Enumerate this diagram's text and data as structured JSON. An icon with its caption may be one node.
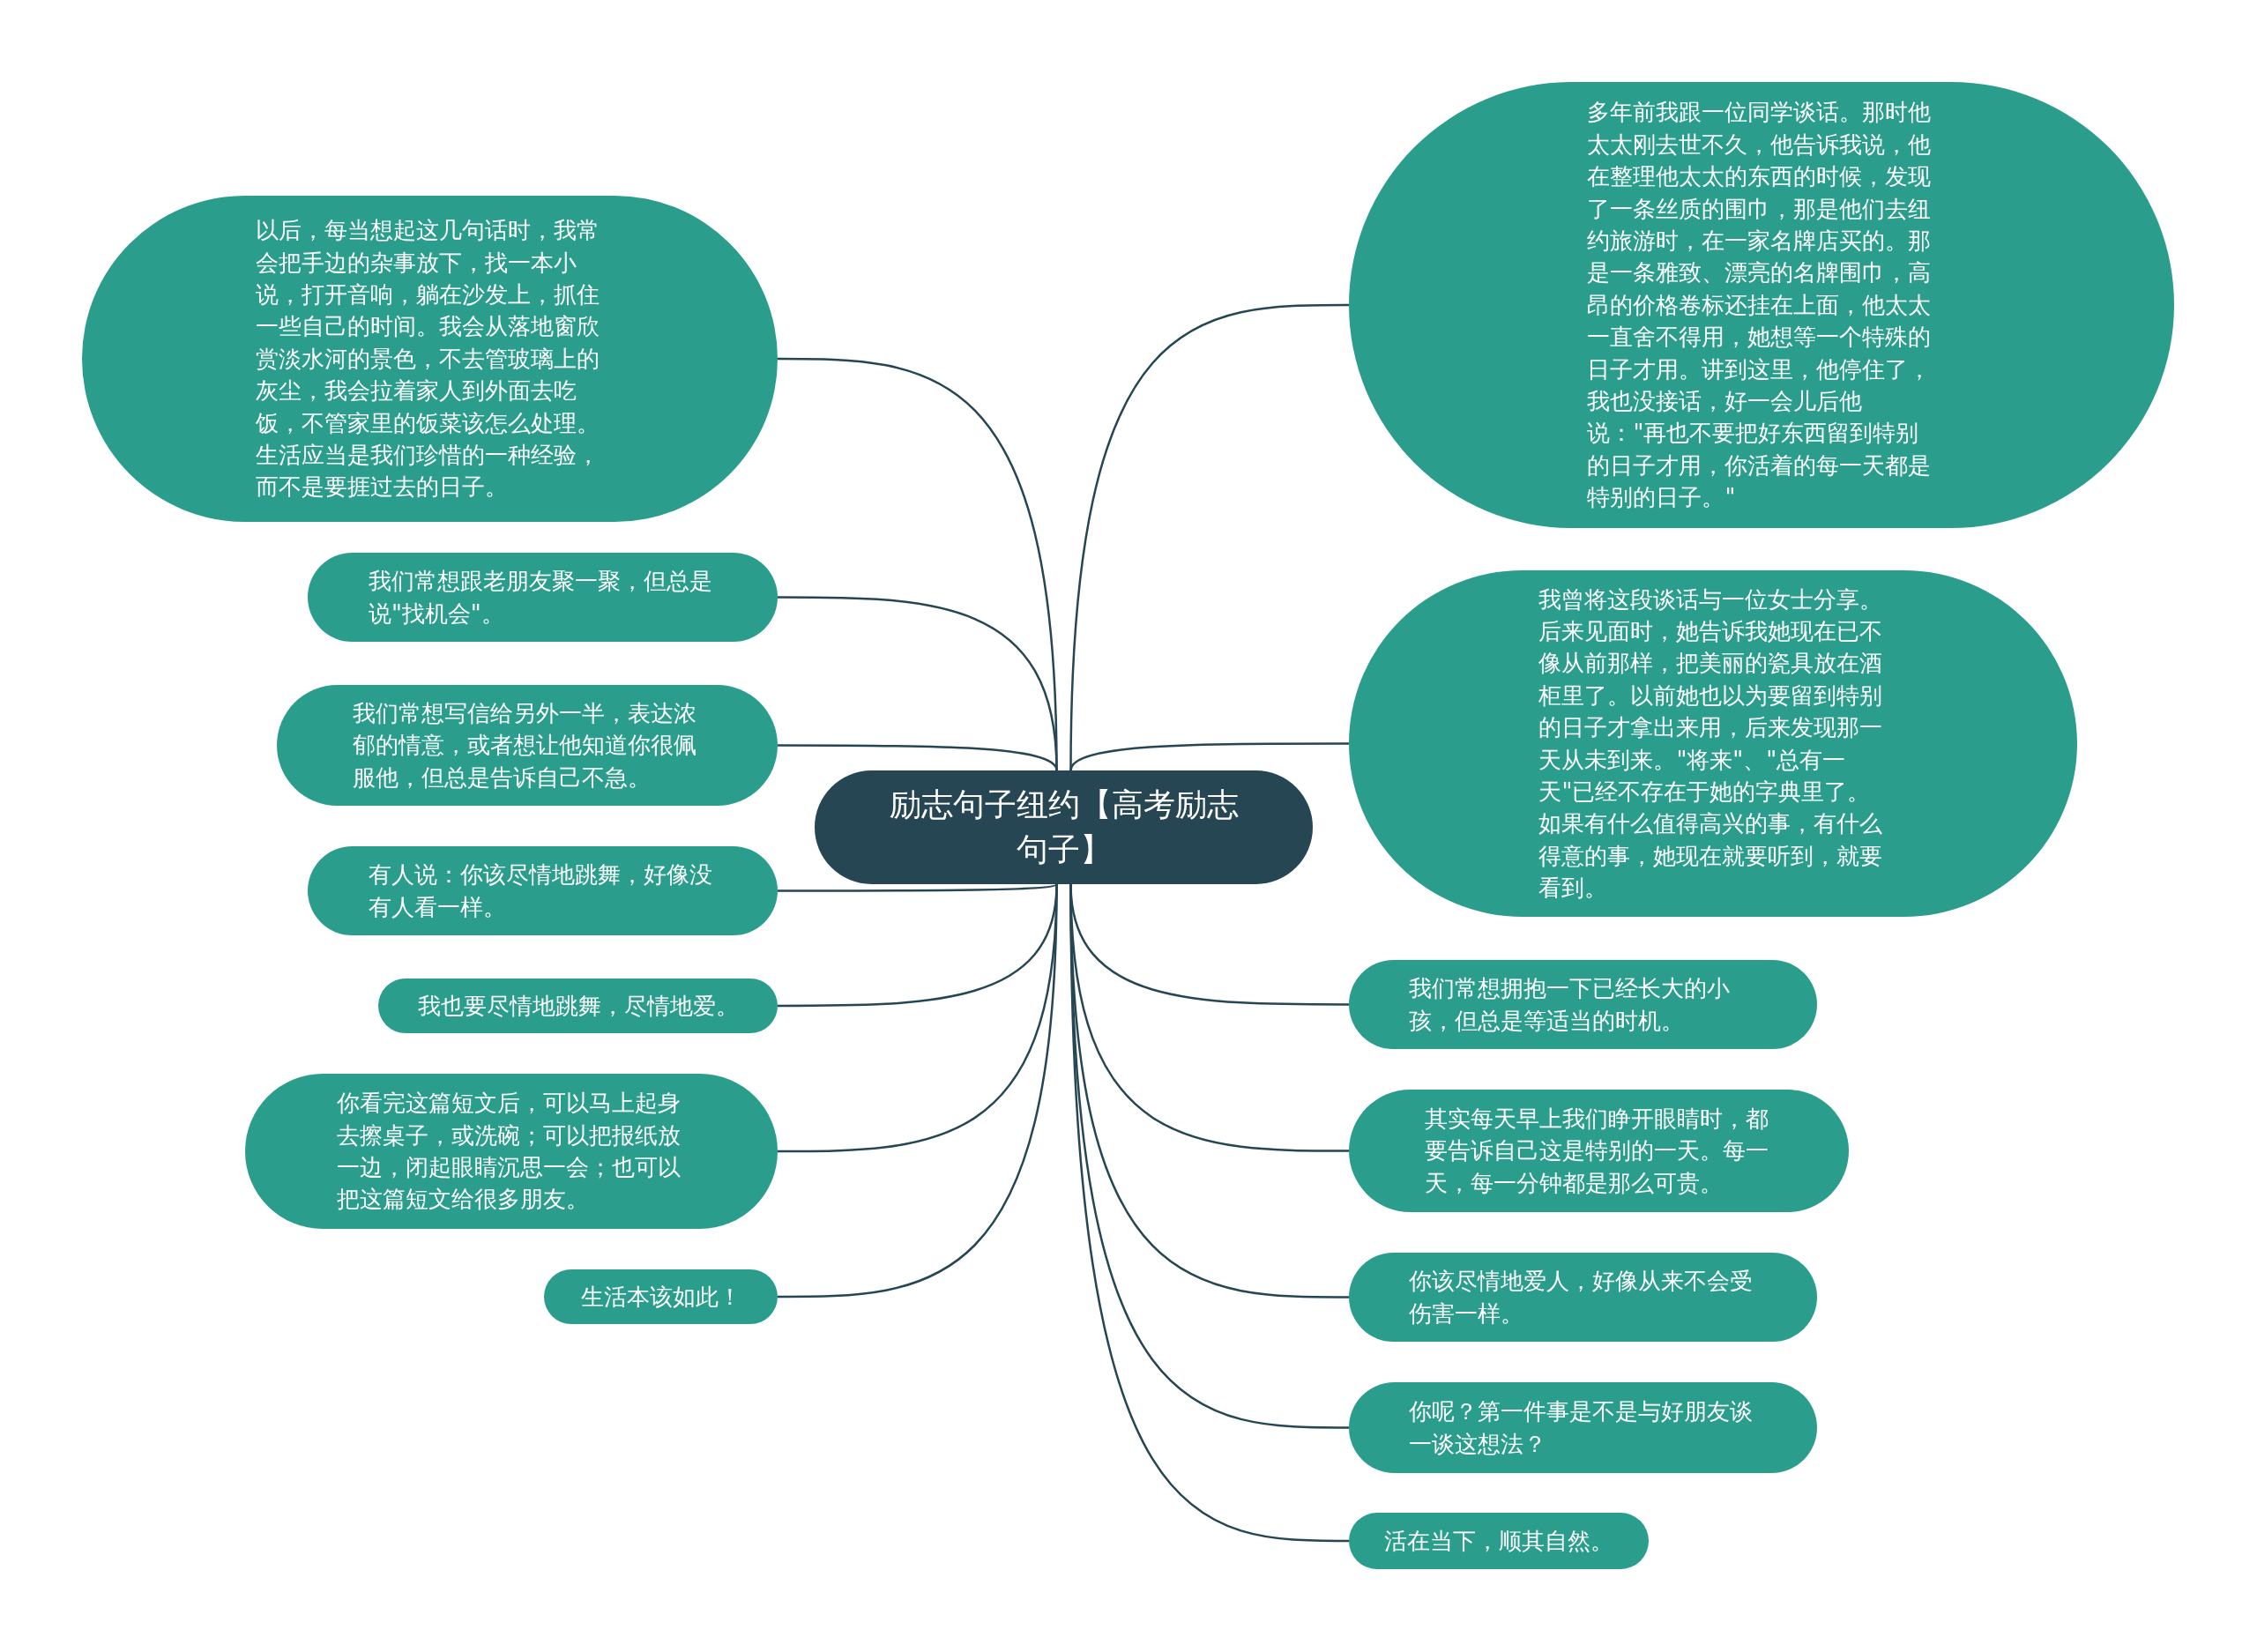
{
  "diagram": {
    "nodes": [
      {
        "text": [
          "励志句子纽约【高考励志句子】"
        ]
      },
      {
        "text": [
          "以后，每当想起这几句话时，我常会把手边的杂事放下，找一本小说，打开音响，躺在沙发上，抓住一些自己的时间。我会从落地窗欣赏淡水河的景色，不去管玻璃上的灰尘，我会拉着家人到外面去吃饭，不管家里的饭菜该怎么处理。生活应当是我们珍惜的一种经验，而不是要捱过去的日子。"
        ]
      },
      {
        "text": [
          "我们常想跟老朋友聚一聚，但总是说\"找机会\"。"
        ]
      },
      {
        "text": [
          "我们常想写信给另外一半，表达浓郁的情意，或者想让他知道你很佩服他，但总是告诉自己不急。"
        ]
      },
      {
        "text": [
          "有人说：你该尽情地跳舞，好像没有人看一样。"
        ]
      },
      {
        "text": [
          "我也要尽情地跳舞，尽情地爱。"
        ]
      },
      {
        "text": [
          "你看完这篇短文后，可以马上起身去擦桌子，或洗碗；可以把报纸放一边，闭起眼睛沉思一会；也可以把这篇短文给很多朋友。"
        ]
      },
      {
        "text": [
          "生活本该如此！"
        ]
      },
      {
        "text": [
          "多年前我跟一位同学谈话。那时他太太刚去世不久，他告诉我说，他在整理他太太的东西的时候，发现了一条丝质的围巾，那是他们去纽约旅游时，在一家名牌店买的。那是一条雅致、漂亮的名牌围巾，高昂的价格卷标还挂在上面，他太太一直舍不得用，她想等一个特殊的日子才用。讲到这里，他停住了，我也没接话，好一会儿后他说：\"再也不要把好东西留到特别的日子才用，你活着的每一天都是特别的日子。\""
        ]
      },
      {
        "text": [
          "我曾将这段谈话与一位女士分享。后来见面时，她告诉我她现在已不像从前那样，把美丽的瓷具放在酒柜里了。以前她也以为要留到特别的日子才拿出来用，后来发现那一天从未到来。\"将来\"、\"总有一天\"已经不存在于她的字典里了。如果有什么值得高兴的事，有什么得意的事，她现在就要听到，就要看到。"
        ]
      },
      {
        "text": [
          "我们常想拥抱一下已经长大的小孩，但总是等适当的时机。"
        ]
      },
      {
        "text": [
          "其实每天早上我们睁开眼睛时，都要告诉自己这是特别的一天。每一天，每一分钟都是那么可贵。"
        ]
      },
      {
        "text": [
          "你该尽情地爱人，好像从来不会受伤害一样。"
        ]
      },
      {
        "text": [
          "你呢？第一件事是不是与好朋友谈一谈这想法？"
        ]
      },
      {
        "text": [
          "活在当下，顺其自然。"
        ]
      }
    ],
    "edges": [
      {
        "from": 0,
        "to": 1,
        "arrow": "none"
      },
      {
        "from": 0,
        "to": 2,
        "arrow": "none"
      },
      {
        "from": 0,
        "to": 3,
        "arrow": "none"
      },
      {
        "from": 0,
        "to": 4,
        "arrow": "none"
      },
      {
        "from": 0,
        "to": 5,
        "arrow": "none"
      },
      {
        "from": 0,
        "to": 6,
        "arrow": "none"
      },
      {
        "from": 0,
        "to": 7,
        "arrow": "none"
      },
      {
        "from": 0,
        "to": 8,
        "arrow": "none"
      },
      {
        "from": 0,
        "to": 9,
        "arrow": "none"
      },
      {
        "from": 0,
        "to": 10,
        "arrow": "none"
      },
      {
        "from": 0,
        "to": 11,
        "arrow": "none"
      },
      {
        "from": 0,
        "to": 12,
        "arrow": "none"
      },
      {
        "from": 0,
        "to": 13,
        "arrow": "none"
      },
      {
        "from": 0,
        "to": 14,
        "arrow": "none"
      }
    ]
  }
}
